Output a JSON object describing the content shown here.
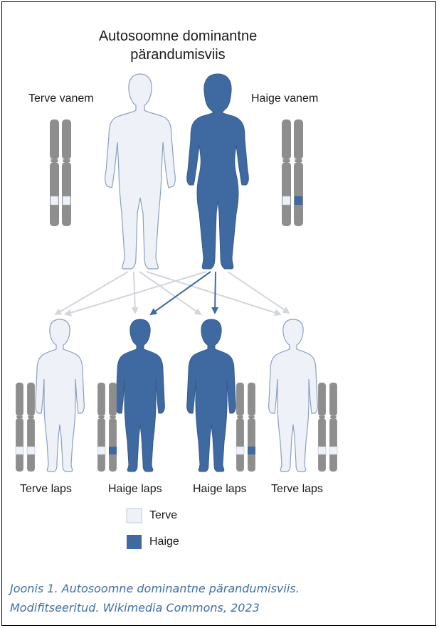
{
  "title_line1": "Autosoomne dominantne",
  "title_line2": "pärandumisviis",
  "parents": {
    "healthy_label": "Terve vanem",
    "affected_label": "Haige vanem"
  },
  "children": [
    {
      "label": "Terve laps",
      "status": "healthy"
    },
    {
      "label": "Haige laps",
      "status": "affected"
    },
    {
      "label": "Haige laps",
      "status": "affected"
    },
    {
      "label": "Terve laps",
      "status": "healthy"
    }
  ],
  "legend": {
    "healthy": "Terve",
    "affected": "Haige"
  },
  "caption_line1": "Joonis 1. Autosoomne dominantne pärandumisviis.",
  "caption_line2": "Modifitseeritud. Wikimedia Commons, 2023",
  "colors": {
    "affected": "#3e6aa1",
    "healthy_fill": "#eef2f8",
    "outline": "#8aa0bf",
    "chromosome": "#8e8e8e",
    "caption": "#3f6fa7"
  }
}
